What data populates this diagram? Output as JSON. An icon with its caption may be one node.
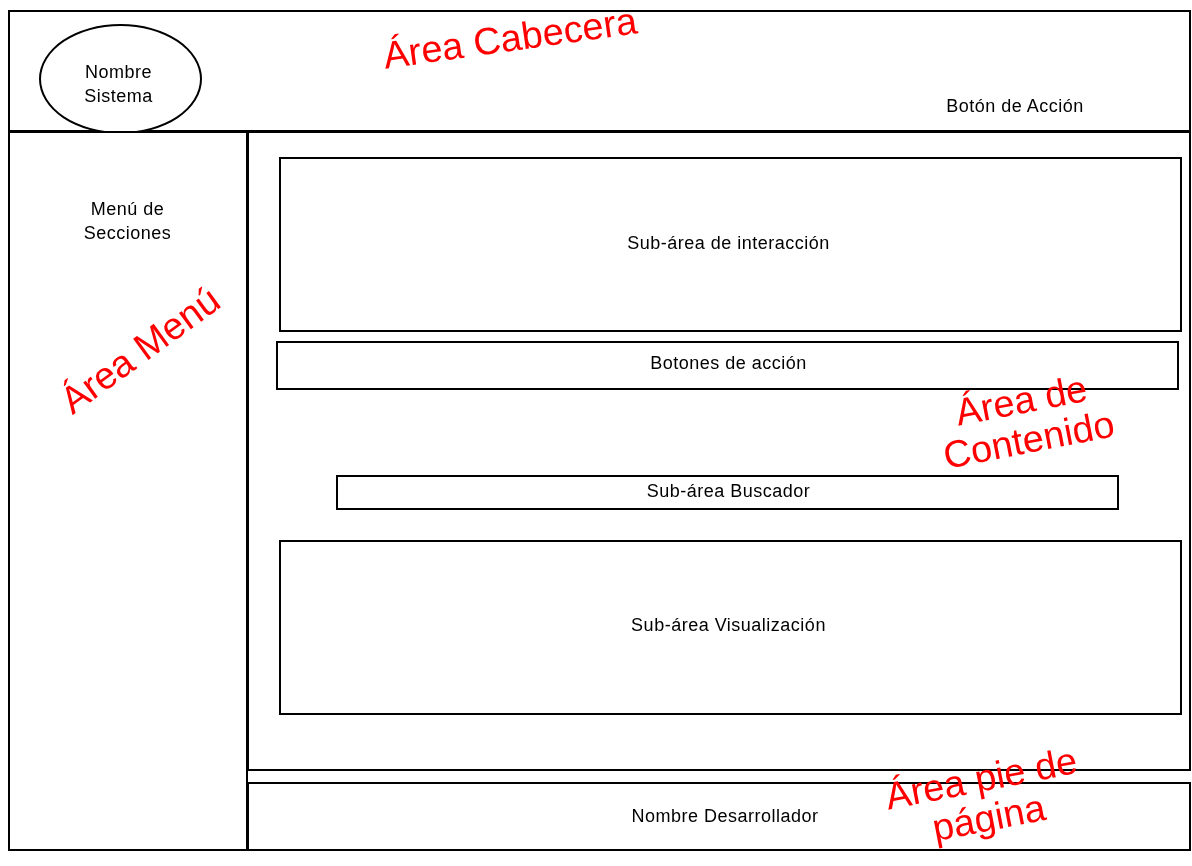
{
  "diagram": {
    "nodes": [
      {
        "text": [
          "Área Cabecera",
          "Botón de Acción"
        ]
      },
      {
        "text": [
          "Nombre Sistema"
        ],
        "in": 0
      },
      {
        "text": [
          "Menú de Secciones",
          "Área Menú"
        ]
      },
      {
        "text": [
          "Área de Contenido"
        ]
      },
      {
        "text": [
          "Sub-área de interacción"
        ],
        "in": 3
      },
      {
        "text": [
          "Botones de acción"
        ],
        "in": 3
      },
      {
        "text": [
          "Sub-área Buscador"
        ],
        "in": 3
      },
      {
        "text": [
          "Sub-área Visualización"
        ],
        "in": 3
      },
      {
        "text": [
          "Nombre Desarrollador",
          "Área pie de página"
        ]
      }
    ]
  }
}
